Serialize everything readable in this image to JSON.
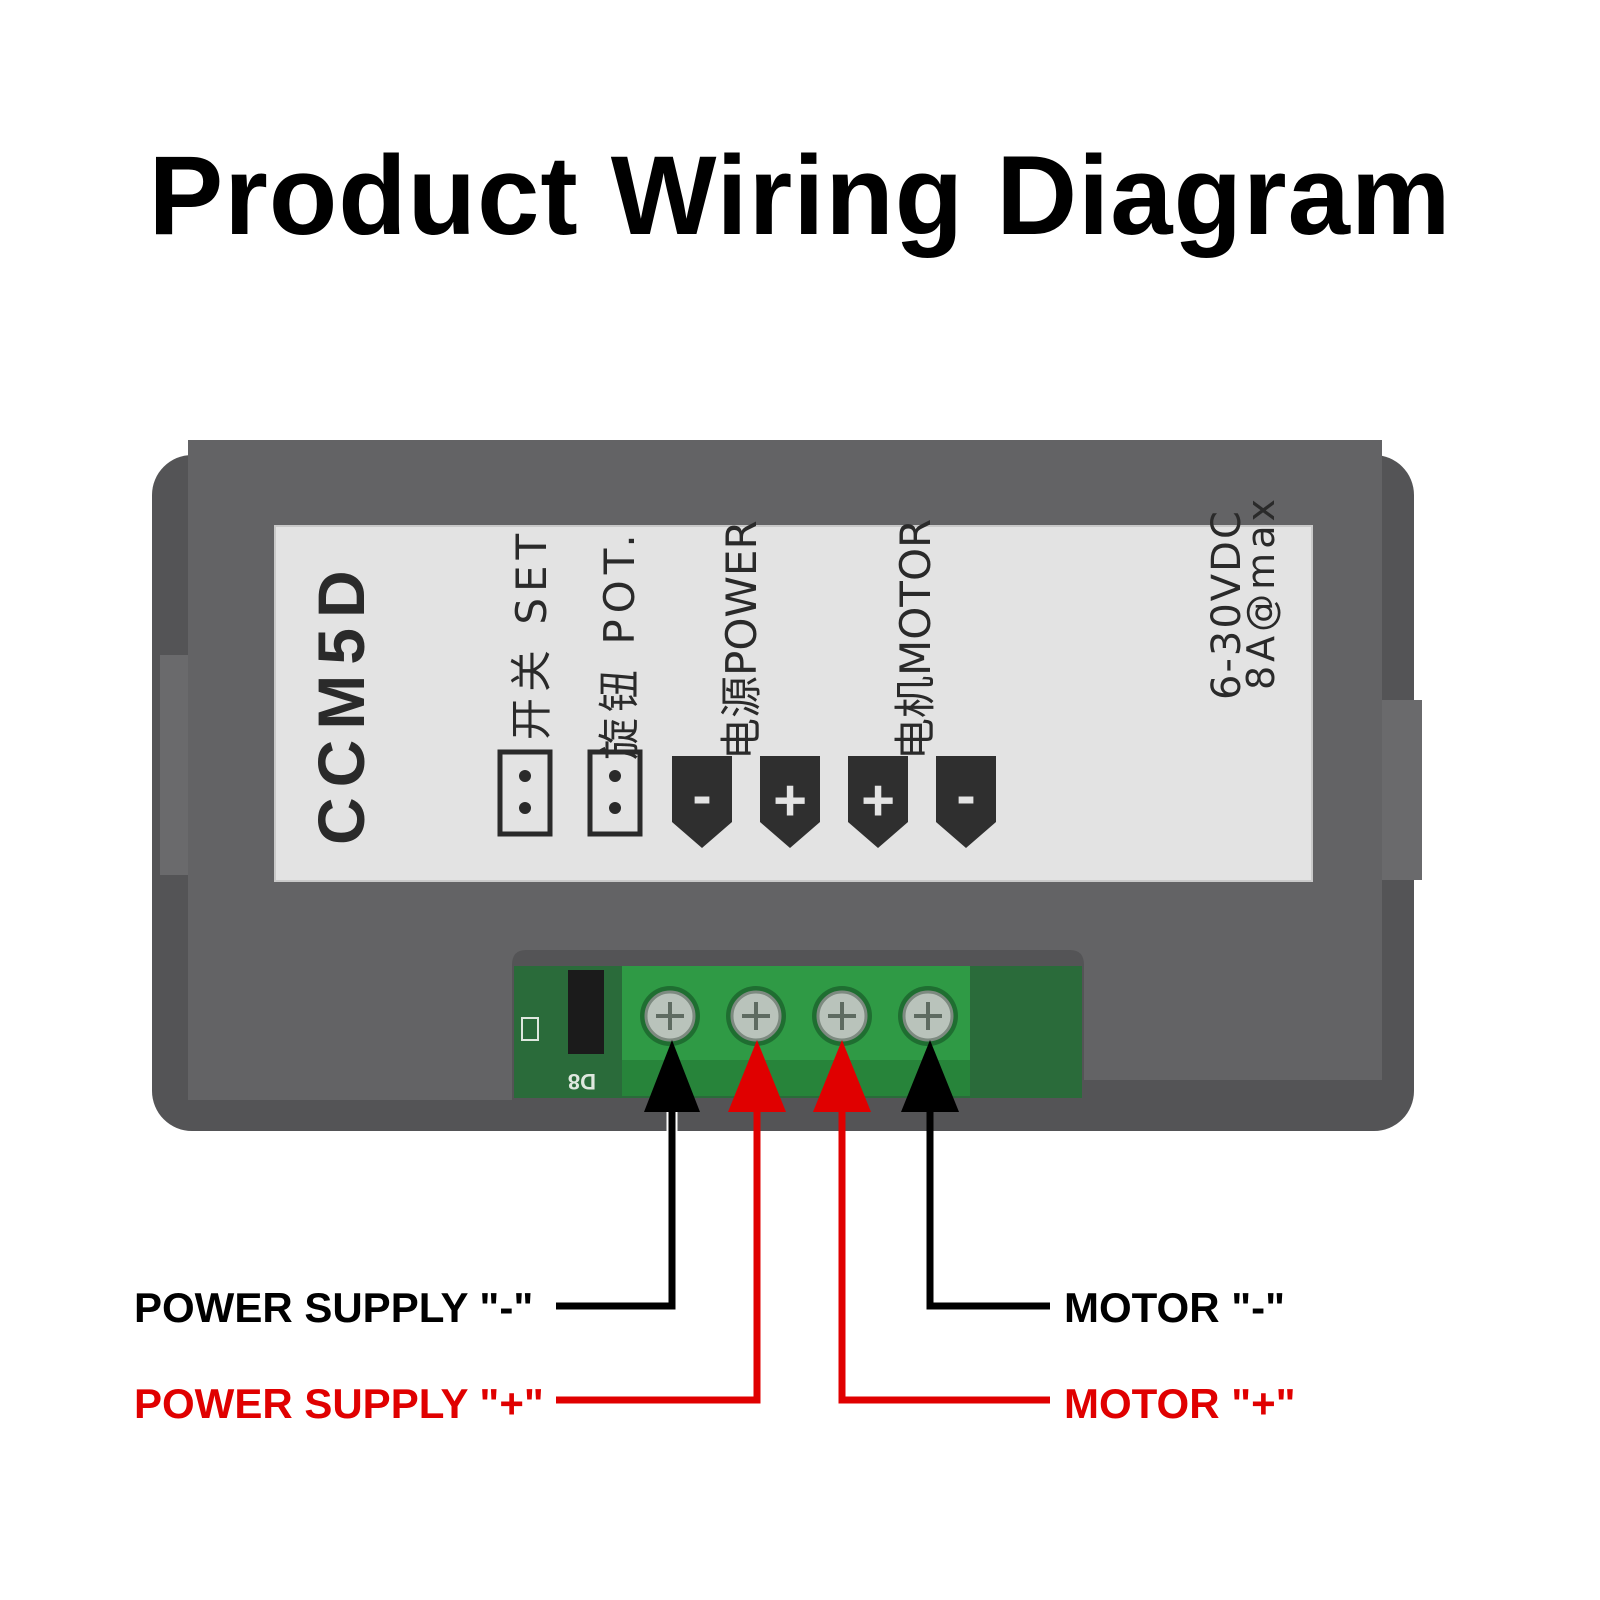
{
  "title": "Product Wiring Diagram",
  "device": {
    "model": "CCM5D",
    "rating_voltage": "6-30VDC",
    "rating_current": "8A@max",
    "label_set": "开关 SET",
    "label_pot": "旋钮 POT.",
    "label_power": "电源POWER",
    "label_motor": "电机MOTOR",
    "terminal_signs": [
      "-",
      "+",
      "+",
      "-"
    ],
    "pcb_marking": "D8"
  },
  "wires": {
    "power_minus": "POWER SUPPLY \"-\"",
    "power_plus": "POWER SUPPLY \"+\"",
    "motor_minus": "MOTOR \"-\"",
    "motor_plus": "MOTOR \"+\""
  },
  "colors": {
    "negative_wire": "#000000",
    "positive_wire": "#e00000",
    "housing": "#5f5f61",
    "terminal_block": "#2f9a45",
    "label_plate": "#e3e3e3"
  }
}
